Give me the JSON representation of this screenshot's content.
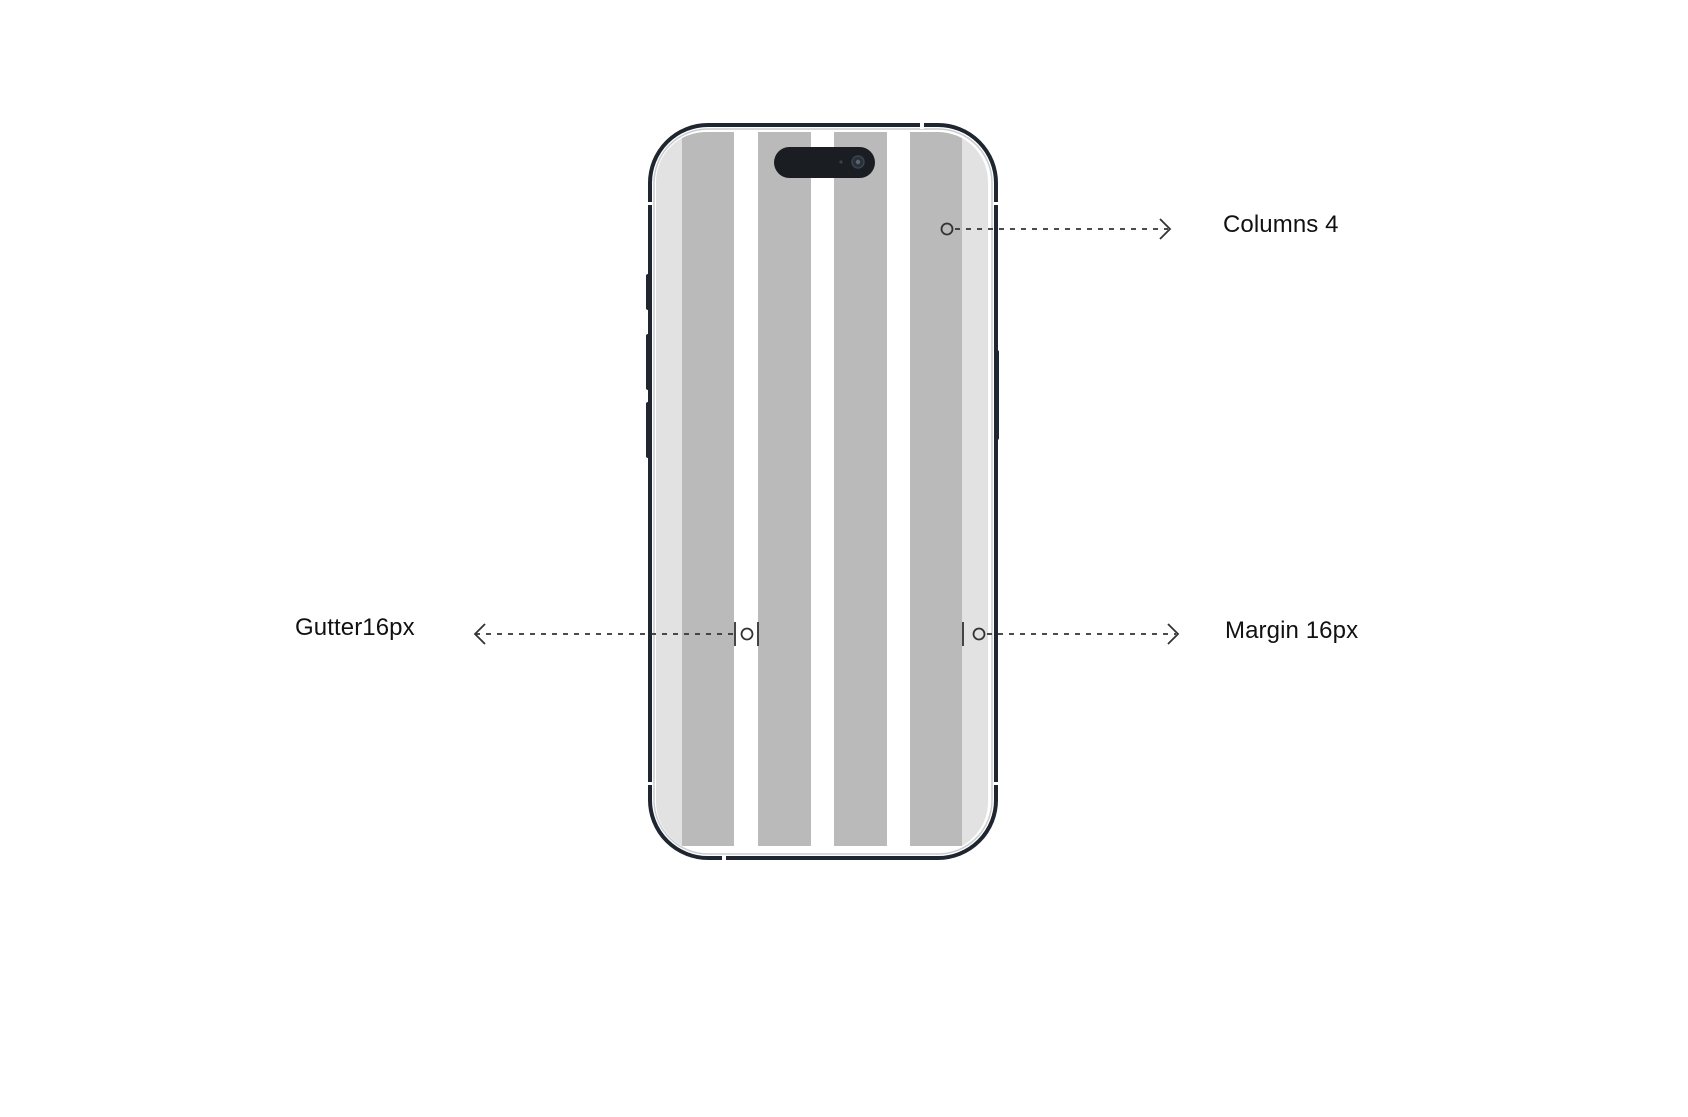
{
  "annotations": {
    "columns": "Columns 4",
    "gutter": "Gutter16px",
    "margin": "Margin 16px"
  },
  "grid": {
    "column_count": 4
  },
  "colors": {
    "phone_frame": "#1f2630",
    "screen_bg": "#ffffff",
    "margin_band": "#e2e2e2",
    "column_fill": "#bababa",
    "guide_line": "#333333",
    "text": "#111111"
  }
}
